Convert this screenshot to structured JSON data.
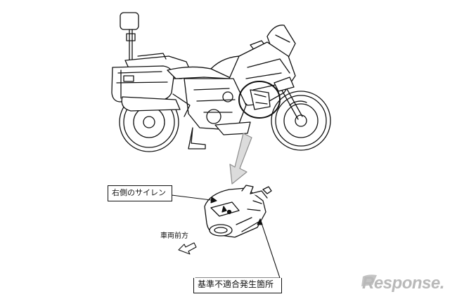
{
  "labels": {
    "siren_right": "右側のサイレン",
    "vehicle_front": "車両前方",
    "defect_location": "基準不適合発生箇所"
  },
  "watermark": {
    "text": "Response."
  },
  "colors": {
    "line": "#111111",
    "arrow": "#8c8c8c",
    "watermark": "#b9b9b9"
  }
}
